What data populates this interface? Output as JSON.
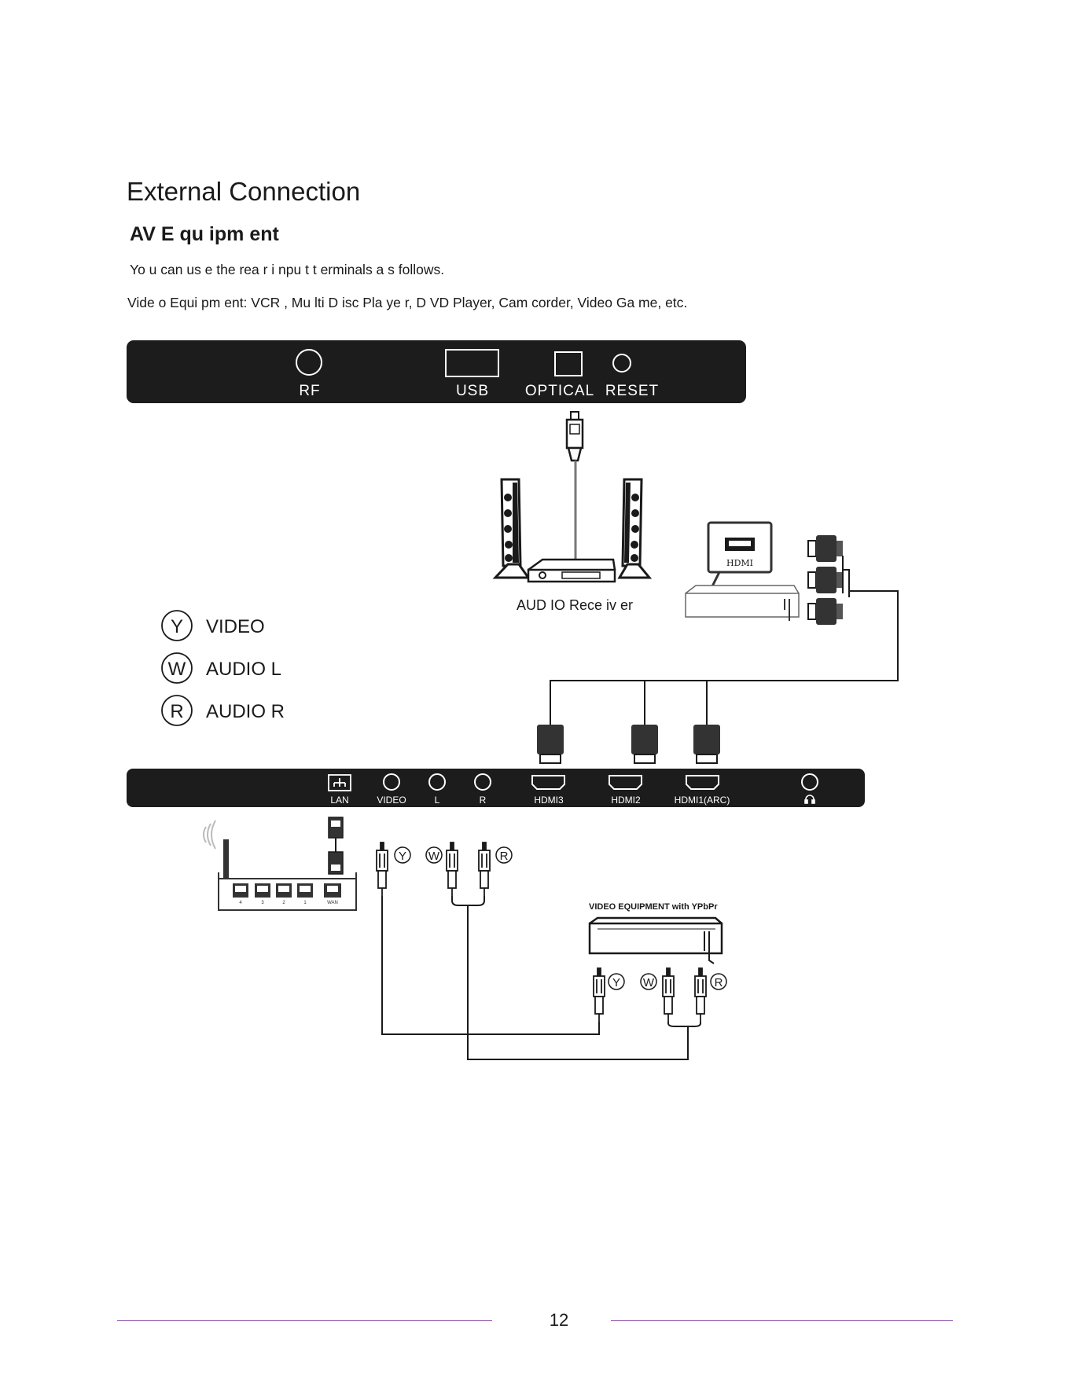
{
  "page": {
    "title": "External Connection",
    "section": "AV  E qu ipm ent",
    "intro": "Yo u can   us e  the  rea r i npu t  t erminals a   s follows.",
    "devices": "Vide  o  Equi  pm ent: VCR    , Mu lti D  isc Pla   ye r, D  VD Player,     Cam  corder, Video      Ga  me, etc.",
    "page_number": "12"
  },
  "top_panel": {
    "ports": [
      "RF",
      "USB",
      "OPTICAL",
      "RESET"
    ]
  },
  "bottom_panel": {
    "ports": [
      "LAN",
      "VIDEO",
      "L",
      "R",
      "HDMI3",
      "HDMI2",
      "HDMI1(ARC)",
      "headphone"
    ],
    "headphone_glyph": "🎧"
  },
  "devices_labels": {
    "audio_receiver": "AUD  IO  Rece  iv er",
    "hdmi_tag": "HDMI",
    "video_equipment": "VIDEO EQUIPMENT with YPbPr",
    "router_ports": [
      "4",
      "3",
      "2",
      "1",
      "WAN"
    ]
  },
  "legend": [
    {
      "letter": "Y",
      "label": "VIDEO"
    },
    {
      "letter": "W",
      "label": "AUDIO L"
    },
    {
      "letter": "R",
      "label": "AUDIO R"
    }
  ],
  "cable_letters": [
    "Y",
    "W",
    "R"
  ],
  "colors": {
    "panel": "#1c1c1c",
    "footer_line": "#8a4fa8"
  }
}
